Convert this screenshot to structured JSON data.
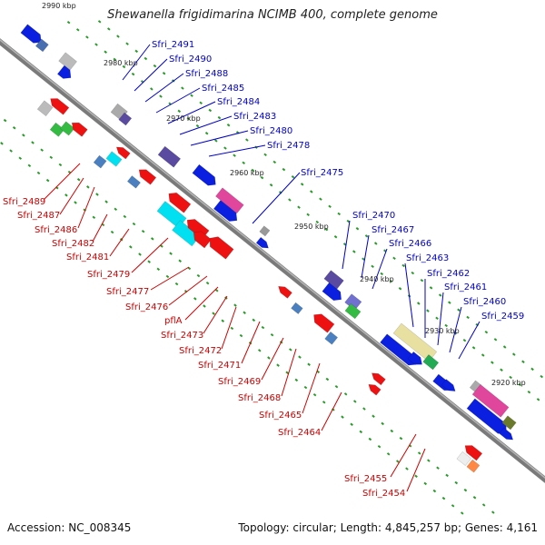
{
  "title": "Shewanella frigidimarina NCIMB 400, complete genome",
  "footer": {
    "accession": "Accession: NC_008345",
    "summary": "Topology: circular; Length: 4,845,257 bp; Genes: 4,161"
  },
  "ruler": [
    "2990 kbp",
    "2980 kbp",
    "2970 kbp",
    "2960 kbp",
    "2950 kbp",
    "2940 kbp",
    "2930 kbp",
    "2920 kbp"
  ],
  "top_labels": [
    "Sfri_2491",
    "Sfri_2490",
    "Sfri_2488",
    "Sfri_2485",
    "Sfri_2484",
    "Sfri_2483",
    "Sfri_2480",
    "Sfri_2478",
    "Sfri_2475",
    "Sfri_2470",
    "Sfri_2467",
    "Sfri_2466",
    "Sfri_2463",
    "Sfri_2462",
    "Sfri_2461",
    "Sfri_2460",
    "Sfri_2459"
  ],
  "bottom_labels": [
    "Sfri_2489",
    "Sfri_2487",
    "Sfri_2486",
    "Sfri_2482",
    "Sfri_2481",
    "Sfri_2479",
    "Sfri_2477",
    "Sfri_2476",
    "pflA",
    "Sfri_2473",
    "Sfri_2472",
    "Sfri_2471",
    "Sfri_2469",
    "Sfri_2468",
    "Sfri_2465",
    "Sfri_2464",
    "Sfri_2455",
    "Sfri_2454"
  ],
  "colors": {
    "backbone": "#7a7a7a",
    "forward_gene": "#0a1fe0",
    "reverse_gene": "#ee1111",
    "top_label": "#0000cc",
    "bottom_label": "#cc0000",
    "tick": "#2a9a2a",
    "text": "#222222"
  }
}
